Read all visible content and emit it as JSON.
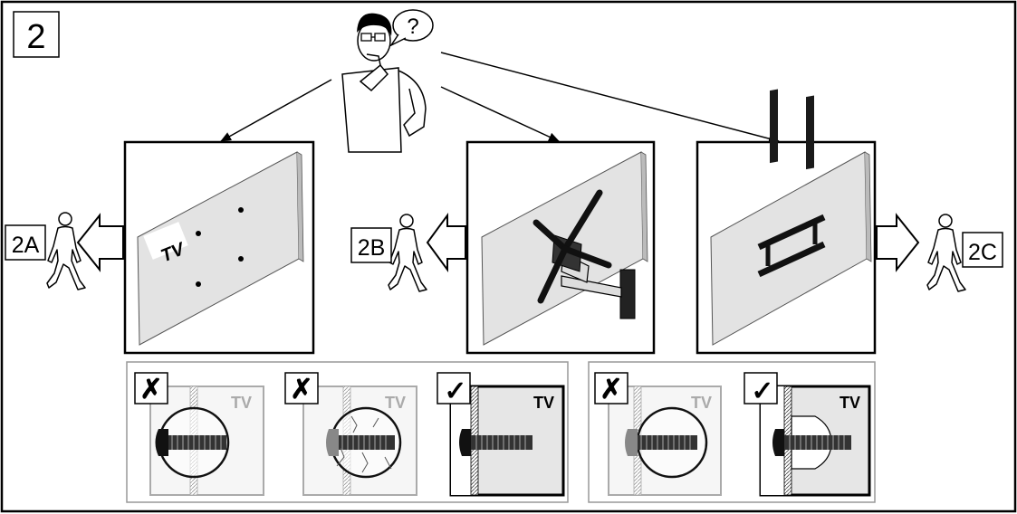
{
  "step": {
    "number": "2"
  },
  "thinker": {
    "question": "?"
  },
  "options": [
    {
      "label": "2A",
      "panel_text": "TV"
    },
    {
      "label": "2B"
    },
    {
      "label": "2C"
    }
  ],
  "screw_details": {
    "group1": [
      {
        "status": "incorrect",
        "mark": "✗",
        "text": "TV"
      },
      {
        "status": "incorrect",
        "mark": "✗",
        "text": "TV"
      },
      {
        "status": "correct",
        "mark": "✓",
        "text": "TV"
      }
    ],
    "group2": [
      {
        "status": "incorrect",
        "mark": "✗",
        "text": "TV"
      },
      {
        "status": "correct",
        "mark": "✓",
        "text": "TV"
      }
    ]
  }
}
